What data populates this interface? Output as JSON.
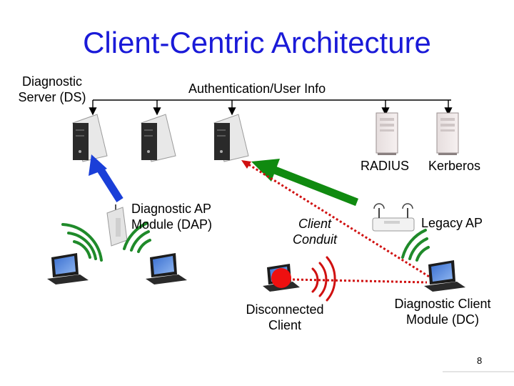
{
  "title": "Client-Centric Architecture",
  "labels": {
    "ds_line1": "Diagnostic",
    "ds_line2": "Server (DS)",
    "auth": "Authentication/User Info",
    "radius": "RADIUS",
    "kerberos": "Kerberos",
    "dap_line1": "Diagnostic AP",
    "dap_line2": "Module (DAP)",
    "conduit_line1": "Client",
    "conduit_line2": "Conduit",
    "legacy_ap": "Legacy AP",
    "disconnected_line1": "Disconnected",
    "disconnected_line2": "Client",
    "dc_line1": "Diagnostic Client",
    "dc_line2": "Module (DC)"
  },
  "page_number": "8",
  "colors": {
    "title": "#1a1ad8",
    "wave_green": "#1f8a2a",
    "wave_red": "#d01010",
    "arrow_blue": "#1a3fd8",
    "arrow_green": "#108a10",
    "dotted_red": "#d01010",
    "disconnected_dot": "#ee1010"
  }
}
